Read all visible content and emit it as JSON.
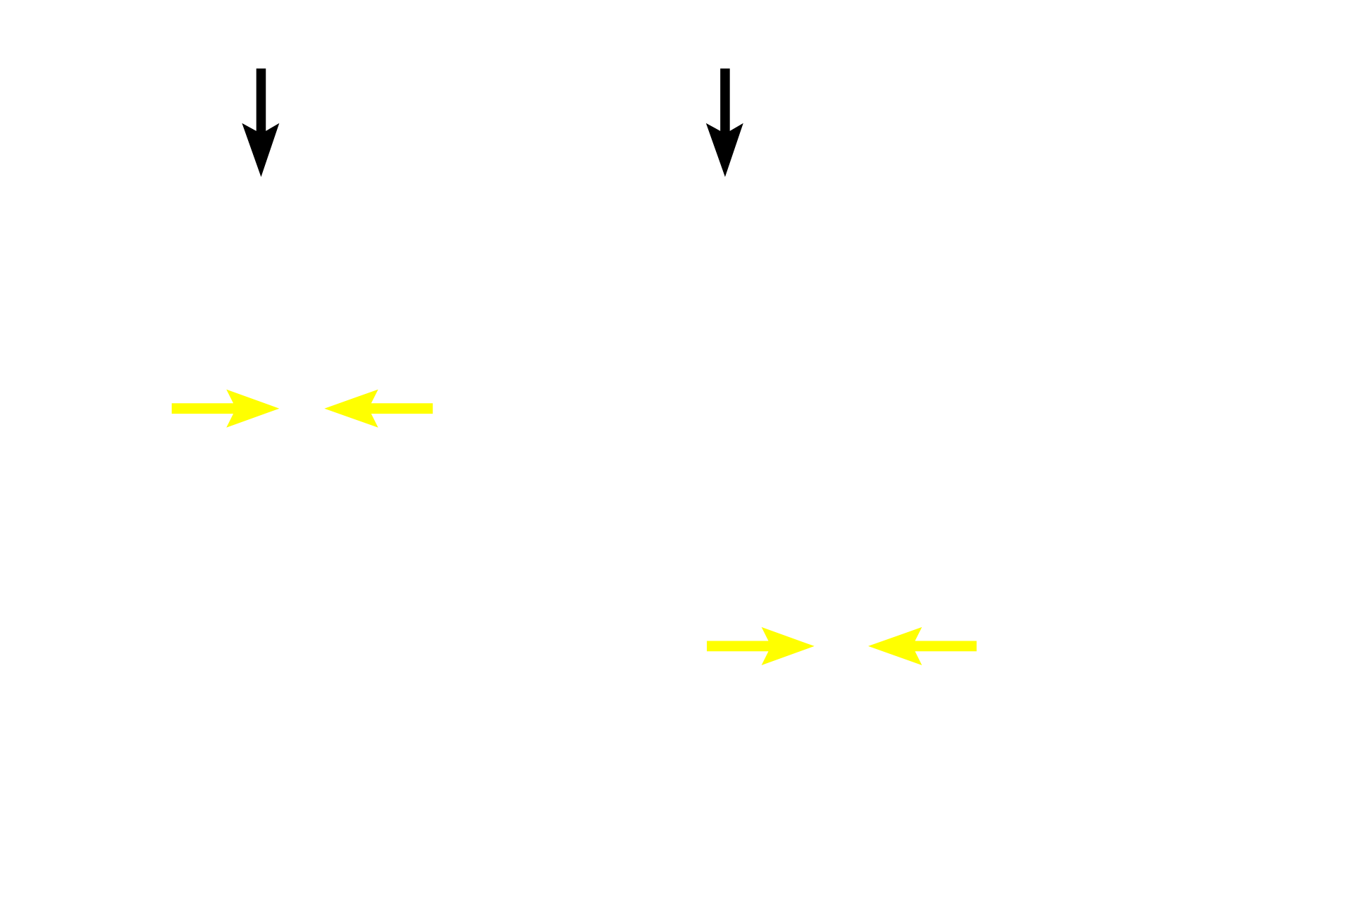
{
  "background_color": "#ffffff",
  "arrows": [
    {
      "id": "black-arrow-1",
      "icon": "arrow-down-icon",
      "direction": "down",
      "color": "#000000"
    },
    {
      "id": "black-arrow-2",
      "icon": "arrow-down-icon",
      "direction": "down",
      "color": "#000000"
    },
    {
      "id": "yellow-arrow-1-right",
      "icon": "arrow-right-icon",
      "direction": "right",
      "color": "#ffff00"
    },
    {
      "id": "yellow-arrow-1-left",
      "icon": "arrow-left-icon",
      "direction": "left",
      "color": "#ffff00"
    },
    {
      "id": "yellow-arrow-2-right",
      "icon": "arrow-right-icon",
      "direction": "right",
      "color": "#ffff00"
    },
    {
      "id": "yellow-arrow-2-left",
      "icon": "arrow-left-icon",
      "direction": "left",
      "color": "#ffff00"
    }
  ]
}
